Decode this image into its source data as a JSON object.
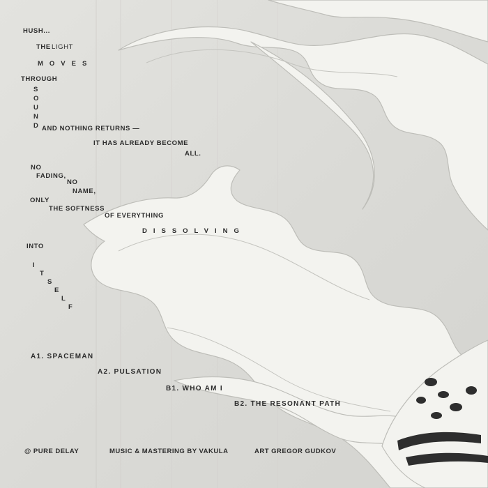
{
  "poem": {
    "hush": "HUSH...",
    "the": "THE",
    "light": "LIGHT",
    "moves": "MOVES",
    "through": "THROUGH",
    "sound_letters": [
      "S",
      "O",
      "U",
      "N",
      "D"
    ],
    "nothing_returns": "AND NOTHING RETURNS —",
    "already_become": "IT HAS ALREADY BECOME",
    "all": "ALL.",
    "no1": "NO",
    "fading": "FADING,",
    "no2": "NO",
    "name": "NAME,",
    "only": "ONLY",
    "softness": "THE SOFTNESS",
    "of_everything": "OF EVERYTHING",
    "dissolving": "DISSOLVING",
    "into": "INTO",
    "itself_letters": [
      "I",
      "T",
      "S",
      "E",
      "L",
      "F"
    ]
  },
  "tracklist": [
    "A1. SPACEMAN",
    "A2. PULSATION",
    "B1. WHO AM I",
    "B2. THE RESONANT PATH"
  ],
  "credits": {
    "label": "@ PURE DELAY",
    "music": "MUSIC & MASTERING BY VAKULA",
    "art": "ART GREGOR GUDKOV"
  },
  "colors": {
    "background": "#dcdcd8",
    "ink": "#2c2c2c",
    "shape_fill": "#f3f3ef",
    "shape_outline": "#bdbdb8"
  }
}
